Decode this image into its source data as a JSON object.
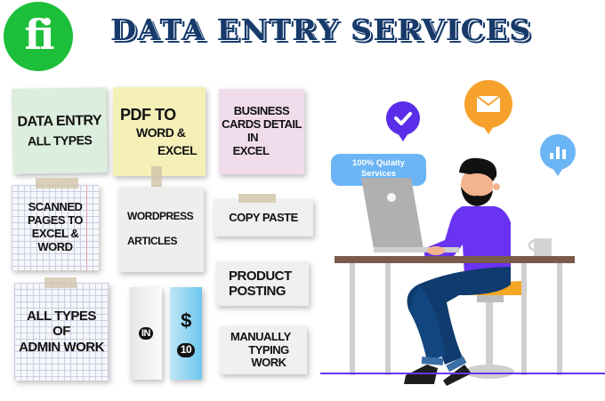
{
  "logo": {
    "text": "fi",
    "color": "#1dbf3a"
  },
  "header": {
    "title": "DATA ENTRY SERVICES",
    "color": "#173a6b"
  },
  "notes": [
    {
      "lines": [
        "Data Entry",
        "All Types"
      ],
      "color": "#dceedd"
    },
    {
      "lines": [
        "PDF To",
        "Word &",
        "Excel"
      ],
      "color": "#f5f0b8"
    },
    {
      "lines": [
        "Business",
        "Cards Detail",
        "In",
        "Excel"
      ],
      "color": "#f1dcec"
    },
    {
      "lines": [
        "Scanned",
        "Pages To",
        "Excel &",
        "Word"
      ],
      "color": "#f6f7fb"
    },
    {
      "lines": [
        "WordPress",
        "Articles"
      ],
      "color": "#efeeec"
    },
    {
      "lines": [
        "Copy Paste"
      ],
      "color": "#f0efef"
    },
    {
      "lines": [
        "Product",
        "Posting"
      ],
      "color": "#eef0ee"
    },
    {
      "lines": [
        "All Types",
        "Of",
        "Admin Work"
      ],
      "color": "#f6f7fb"
    },
    {
      "lines": [
        "Manually",
        "Typing Work"
      ],
      "color": "#f0f0f0"
    }
  ],
  "price": {
    "prefix": "IN",
    "currency": "$",
    "amount": "10",
    "color": "#7dcdf0"
  },
  "illustration": {
    "quality_bubble": [
      "100% Qulaity",
      "Services"
    ],
    "icons": {
      "check": "#5a2ee8",
      "mail": "#f7a12d",
      "chart": "#6bb5f5"
    },
    "shirt_color": "#6a33f2",
    "pants_color": "#0f3b6e",
    "seat_color": "#f5a623",
    "desk_color": "#7a5b4b"
  }
}
